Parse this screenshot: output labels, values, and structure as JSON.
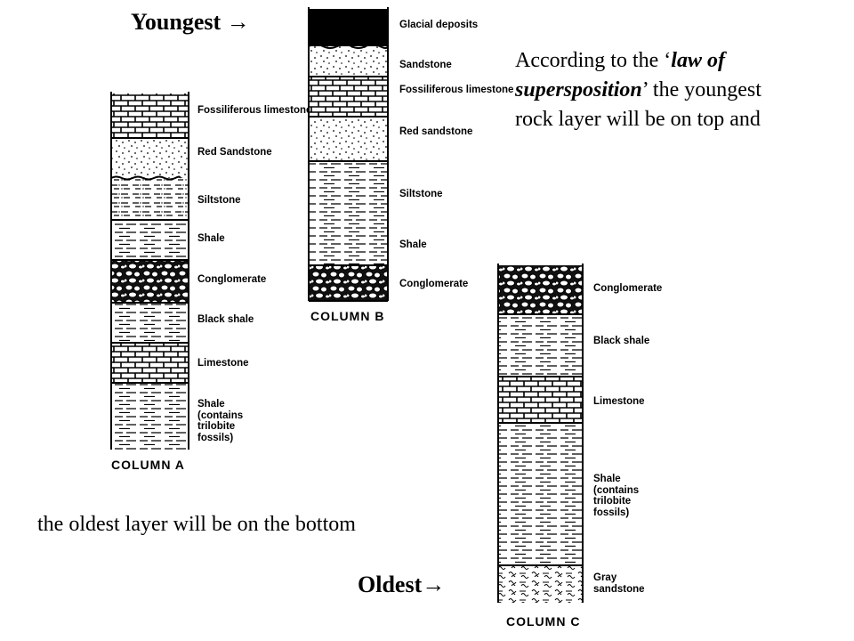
{
  "annotations": {
    "youngest": "Youngest",
    "oldest": "Oldest",
    "arrow": "→",
    "law_para": {
      "l1a": "According to the ‘",
      "l1b": "law of",
      "l2a": "supersposition",
      "l2b": "’ the youngest",
      "l3": "rock layer will be on top and"
    },
    "bottom_text": "the oldest layer will be on the bottom"
  },
  "columns": {
    "A": {
      "title": "COLUMN  A",
      "layers": [
        "Fossiliferous limestone",
        "Red Sandstone",
        "Siltstone",
        "Shale",
        "Conglomerate",
        "Black shale",
        "Limestone",
        "Shale (contains trilobite fossils)"
      ]
    },
    "B": {
      "title": "COLUMN  B",
      "layers": [
        "Glacial deposits",
        "Sandstone",
        "Fossiliferous limestone",
        "Red sandstone",
        "Siltstone",
        "Shale",
        "Conglomerate"
      ]
    },
    "C": {
      "title": "COLUMN  C",
      "layers": [
        "Conglomerate",
        "Black shale",
        "Limestone",
        "Shale (contains trilobite fossils)",
        "Gray sandstone"
      ]
    }
  }
}
